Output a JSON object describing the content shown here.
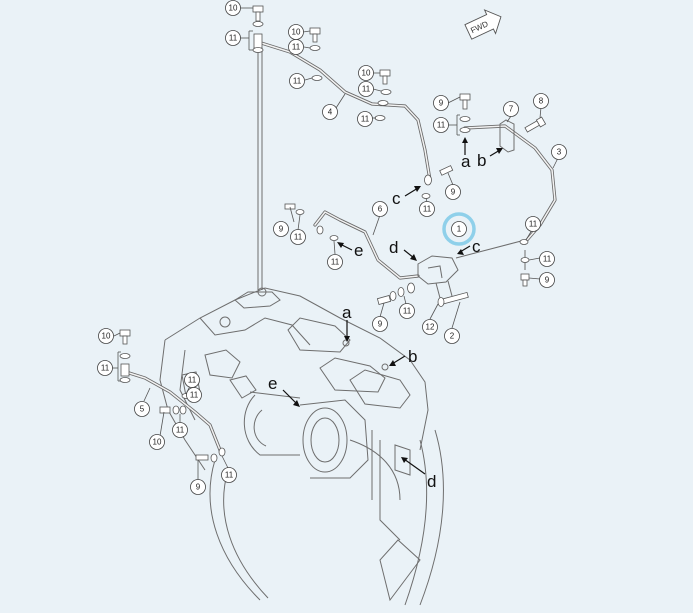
{
  "diagram": {
    "fwd_label": "FWD",
    "highlight_color": "#8fd0ea",
    "background_color": "#eaf2f7",
    "callouts": [
      {
        "id": "c-10-top",
        "label": "10"
      },
      {
        "id": "c-11-top",
        "label": "11"
      },
      {
        "id": "c-10-b",
        "label": "10"
      },
      {
        "id": "c-11-b",
        "label": "11"
      },
      {
        "id": "c-11-c",
        "label": "11"
      },
      {
        "id": "c-10-c",
        "label": "10"
      },
      {
        "id": "c-11-d",
        "label": "11"
      },
      {
        "id": "c-4",
        "label": "4"
      },
      {
        "id": "c-11-e",
        "label": "11"
      },
      {
        "id": "c-9-top",
        "label": "9"
      },
      {
        "id": "c-11-f",
        "label": "11"
      },
      {
        "id": "c-7",
        "label": "7"
      },
      {
        "id": "c-8",
        "label": "8"
      },
      {
        "id": "c-3",
        "label": "3"
      },
      {
        "id": "c-9-b",
        "label": "9"
      },
      {
        "id": "c-11-g",
        "label": "11"
      },
      {
        "id": "c-9-c",
        "label": "9"
      },
      {
        "id": "c-11-h",
        "label": "11"
      },
      {
        "id": "c-6",
        "label": "6"
      },
      {
        "id": "c-11-i",
        "label": "11"
      },
      {
        "id": "c-1",
        "label": "1"
      },
      {
        "id": "c-11-j",
        "label": "11"
      },
      {
        "id": "c-11-k",
        "label": "11"
      },
      {
        "id": "c-9-d",
        "label": "9"
      },
      {
        "id": "c-9-e",
        "label": "9"
      },
      {
        "id": "c-11-l",
        "label": "11"
      },
      {
        "id": "c-12",
        "label": "12"
      },
      {
        "id": "c-2",
        "label": "2"
      },
      {
        "id": "c-10-d",
        "label": "10"
      },
      {
        "id": "c-11-m",
        "label": "11"
      },
      {
        "id": "c-11-n",
        "label": "11"
      },
      {
        "id": "c-11-o",
        "label": "11"
      },
      {
        "id": "c-5",
        "label": "5"
      },
      {
        "id": "c-10-e",
        "label": "10"
      },
      {
        "id": "c-11-p",
        "label": "11"
      },
      {
        "id": "c-9-f",
        "label": "9"
      },
      {
        "id": "c-11-q",
        "label": "11"
      }
    ],
    "letters": [
      {
        "id": "l-a-top",
        "label": "a"
      },
      {
        "id": "l-b-top",
        "label": "b"
      },
      {
        "id": "l-c-top",
        "label": "c"
      },
      {
        "id": "l-d-mid",
        "label": "d"
      },
      {
        "id": "l-c-mid",
        "label": "c"
      },
      {
        "id": "l-e-mid",
        "label": "e"
      },
      {
        "id": "l-a-low",
        "label": "a"
      },
      {
        "id": "l-b-low",
        "label": "b"
      },
      {
        "id": "l-e-low",
        "label": "e"
      },
      {
        "id": "l-d-low",
        "label": "d"
      }
    ]
  }
}
